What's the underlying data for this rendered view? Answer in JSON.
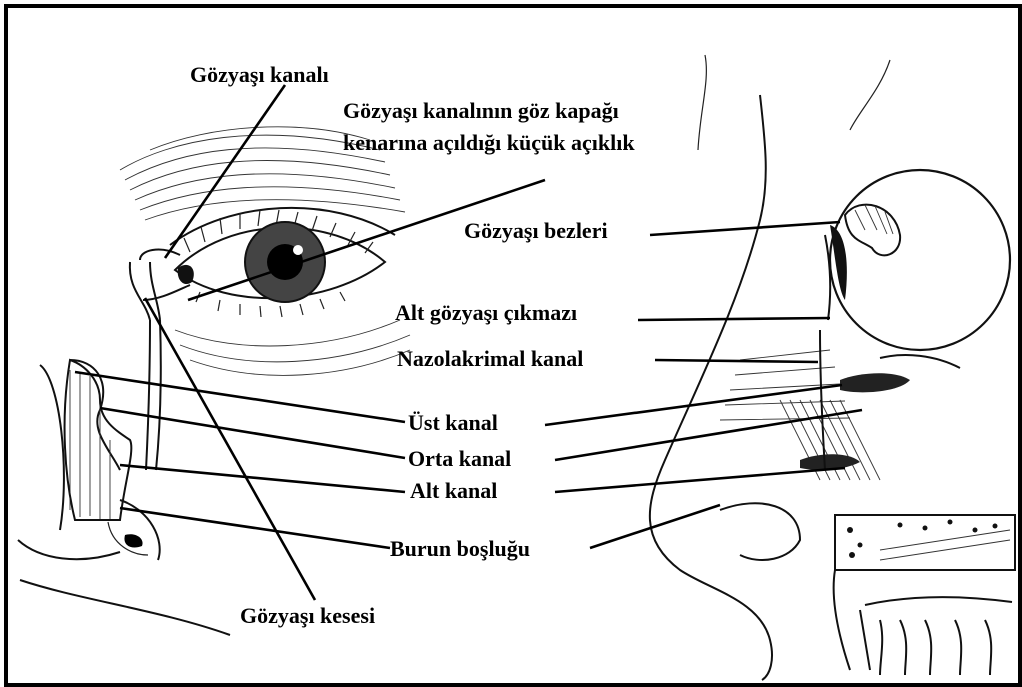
{
  "labels": {
    "tear_duct": "Gözyaşı kanalı",
    "punctum_line1": "Gözyaşı kanalının göz kapağı",
    "punctum_line2": "kenarına açıldığı küçük açıklık",
    "lacrimal_glands": "Gözyaşı bezleri",
    "lower_fornix": "Alt gözyaşı çıkmazı",
    "nasolacrimal_duct": "Nazolakrimal kanal",
    "upper_meatus": "Üst kanal",
    "middle_meatus": "Orta kanal",
    "lower_meatus": "Alt kanal",
    "nasal_cavity": "Burun boşluğu",
    "lacrimal_sac": "Gözyaşı kesesi"
  }
}
